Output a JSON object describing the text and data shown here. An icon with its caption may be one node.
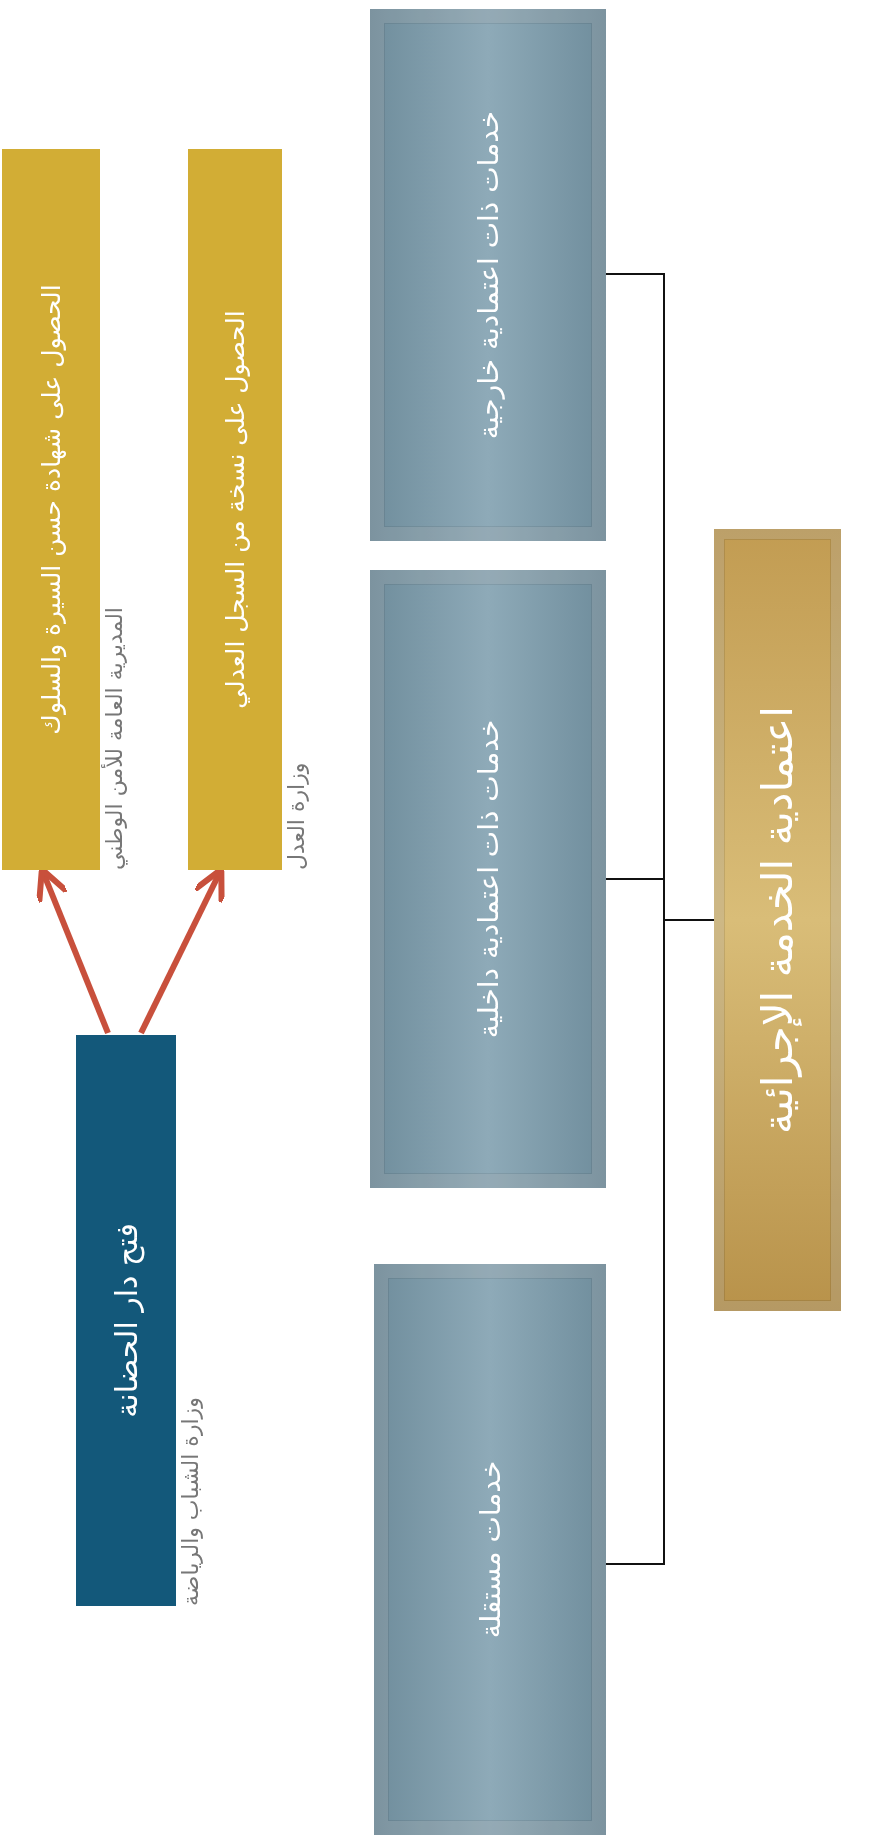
{
  "diagram": {
    "nodes": [
      {
        "text": [
          "اعتمادية الخدمة الإجرائية"
        ]
      },
      {
        "text": [
          "خدمات ذات اعتمادية خارجية"
        ]
      },
      {
        "text": [
          "خدمات ذات اعتمادية داخلية"
        ]
      },
      {
        "text": [
          "خدمات مستقلة"
        ]
      },
      {
        "text": [
          "الحصول على نسخة من السجل العدلي"
        ],
        "beside": [
          "وزارة العدل"
        ]
      },
      {
        "text": [
          "الحصول على شهادة حسن السيرة والسلوك"
        ],
        "beside": [
          "المديرية العامة للأمن الوطني"
        ]
      },
      {
        "text": [
          "فتح دار الحضانة"
        ],
        "beside": [
          "وزارة الشباب والرياضة"
        ]
      }
    ],
    "edges": [
      {
        "from": 0,
        "to": 1,
        "arrow": "none"
      },
      {
        "from": 0,
        "to": 2,
        "arrow": "none"
      },
      {
        "from": 0,
        "to": 3,
        "arrow": "none"
      },
      {
        "from": 6,
        "to": 4,
        "arrow": "to",
        "style": "thick",
        "color": "#c8503c"
      },
      {
        "from": 6,
        "to": 5,
        "arrow": "to",
        "style": "thick",
        "color": "#c8503c"
      }
    ]
  }
}
